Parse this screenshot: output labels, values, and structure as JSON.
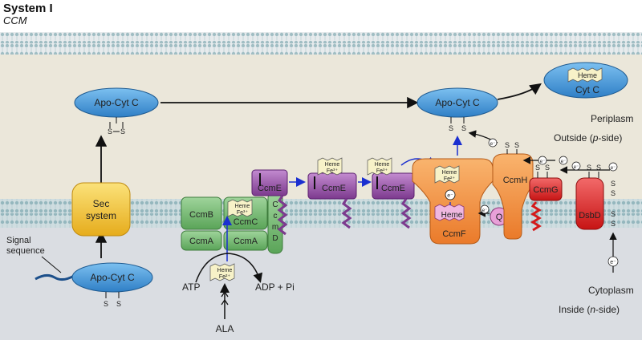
{
  "header": {
    "title": "System I",
    "subtitle": "CCM"
  },
  "labels": {
    "apo_cyt_c": "Apo-Cyt C",
    "sec_system_line1": "Sec",
    "sec_system_line2": "system",
    "cyt_c": "Cyt C",
    "heme": "Heme",
    "fe3": "Fe³⁺",
    "fe2": "Fe²⁺",
    "ccmA": "CcmA",
    "ccmB": "CcmB",
    "ccmC": "CcmC",
    "ccmD": "CcmD",
    "ccmE": "CcmE",
    "ccmF": "CcmF",
    "ccmG": "CcmG",
    "ccmH": "CcmH",
    "dsbD": "DsbD",
    "q": "Q",
    "electron": "e⁻",
    "atp": "ATP",
    "adp_pi": "ADP + Pi",
    "ala": "ALA",
    "signal_line1": "Signal",
    "signal_line2": "sequence",
    "periplasm": "Periplasm",
    "outside": "Outside (",
    "outside_p": "p",
    "outside_end": "-side)",
    "cytoplasm": "Cytoplasm",
    "inside": "Inside (",
    "inside_n": "n",
    "inside_end": "-side)",
    "s": "S"
  },
  "colors": {
    "periplasm_bg": "#ebe7da",
    "cytoplasm_bg": "#d8dbe0",
    "membrane": "#a9c6cc",
    "apo_blue": "#4a9ad8",
    "sec_yellow": "#f2c230",
    "ccm_green": "#7fbf7a",
    "ccmE_purple": "#9b5aa8",
    "ccmF_orange": "#f39443",
    "ccmG_red": "#e02a2a",
    "heme_pink": "#f0b8e0",
    "heme_fe_cream": "#f7f2c8"
  }
}
